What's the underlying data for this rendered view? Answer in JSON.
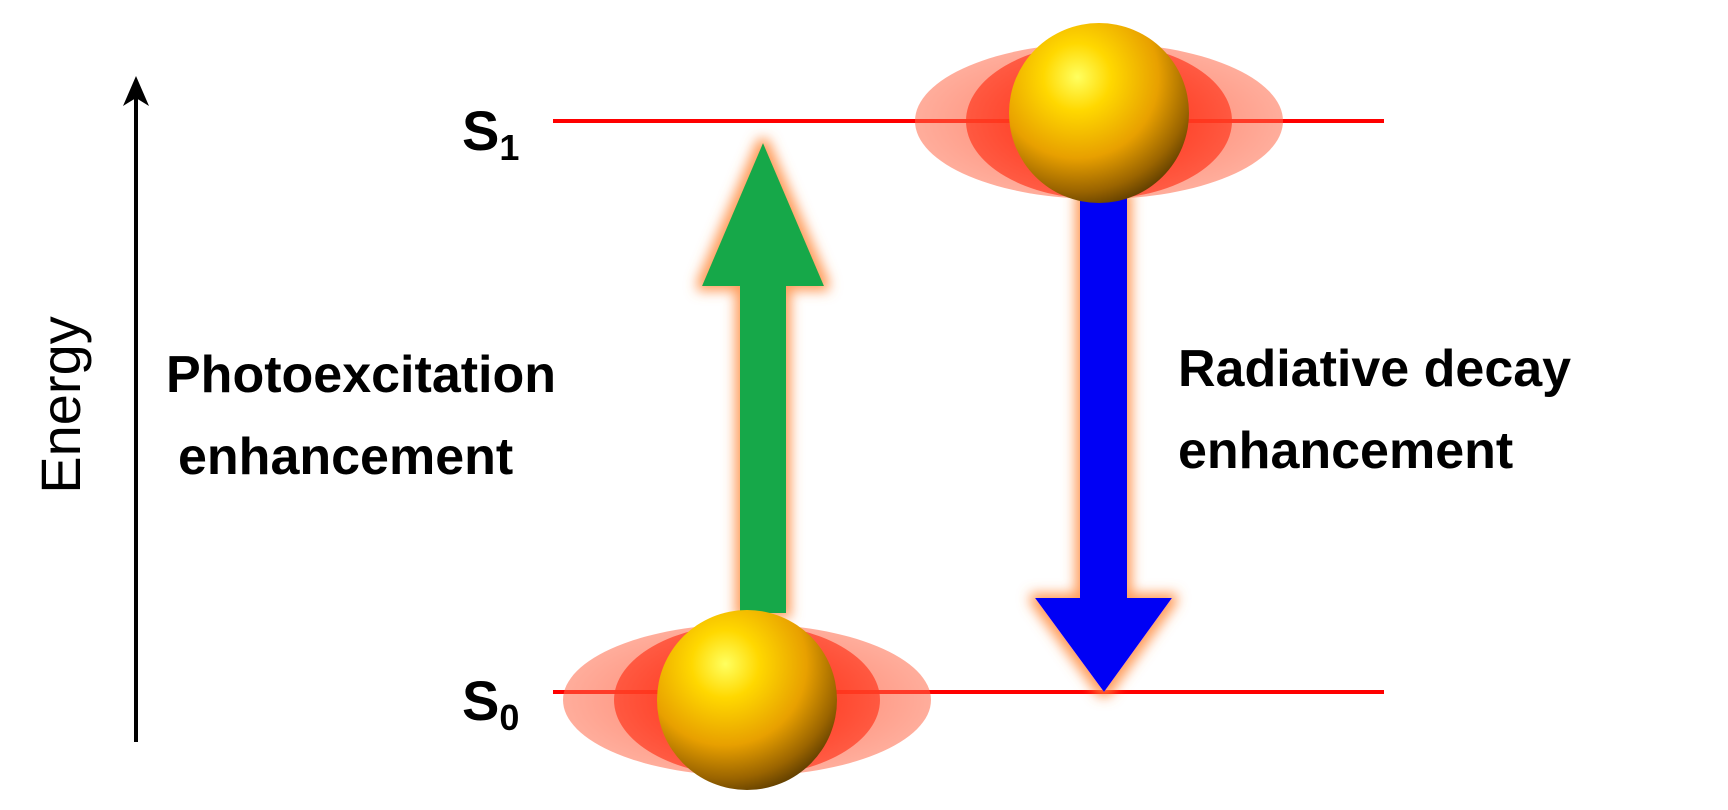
{
  "axis": {
    "label": "Energy"
  },
  "levels": {
    "s1": {
      "letter": "S",
      "subscript": "1"
    },
    "s0": {
      "letter": "S",
      "subscript": "0"
    }
  },
  "processes": {
    "excitation": {
      "line1": "Photoexcitation",
      "line2": "enhancement",
      "arrow_color": "#12a84a"
    },
    "decay": {
      "line1": "Radiative decay",
      "line2": "enhancement",
      "arrow_color": "#0000f5"
    }
  },
  "colors": {
    "level_line": "#ff0000",
    "lobe": "#ff3b1f",
    "particle": "#f2b400",
    "glow": "#ff9a5a"
  }
}
